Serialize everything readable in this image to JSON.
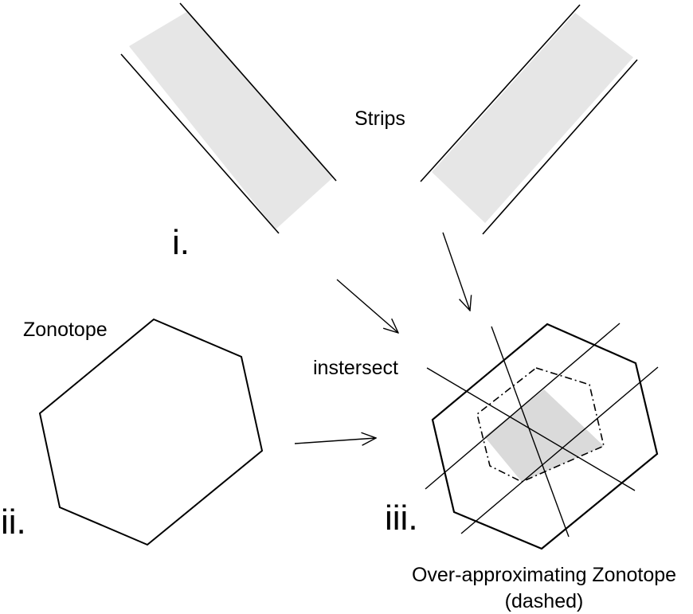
{
  "labels": {
    "strips": "Strips",
    "zonotope": "Zonotope",
    "intersect": "instersect",
    "step_i": "i.",
    "step_ii": "ii.",
    "step_iii": "iii.",
    "result_line1": "Over-approximating Zonotope",
    "result_line2": "(dashed)"
  },
  "colors": {
    "stroke": "#000000",
    "strip_fill": "#e6e6e6",
    "intersection_fill": "#dadada",
    "background": "#ffffff"
  }
}
